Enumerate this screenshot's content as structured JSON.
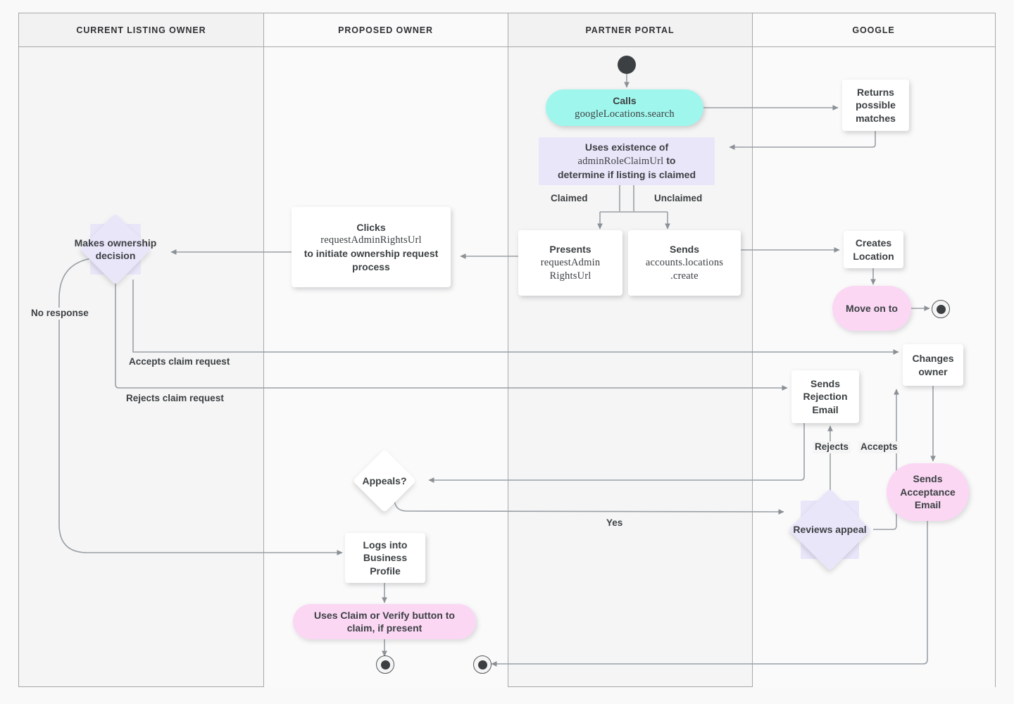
{
  "diagram": {
    "title": "Google Business Profile listing ownership transfer flow",
    "background": "#f5f5f5",
    "line_color": "#9aa0a6",
    "colors": {
      "cyan_pill": "#9ff6ec",
      "pink_pill": "#fbd7f4",
      "lavender": "#eae6fa",
      "white_box": "#ffffff",
      "text": "#3c4043",
      "lane_border": "#a8a8a8"
    }
  },
  "lanes": [
    {
      "id": "current-listing-owner",
      "label": "CURRENT LISTING OWNER"
    },
    {
      "id": "proposed-owner",
      "label": "PROPOSED OWNER"
    },
    {
      "id": "partner-portal",
      "label": "PARTNER PORTAL"
    },
    {
      "id": "google",
      "label": "GOOGLE"
    }
  ],
  "nodes": {
    "start": {
      "type": "start",
      "label": ""
    },
    "calls_search": {
      "type": "pill-cyan",
      "line1": "Calls",
      "line2": "googleLocations.search"
    },
    "returns_matches": {
      "type": "box",
      "label": "Returns possible matches"
    },
    "uses_existence": {
      "type": "lavender",
      "line1": "Uses existence of",
      "line2": "adminRoleClaimUrl",
      "line2b": " to",
      "line3": "determine if listing is claimed"
    },
    "presents_url": {
      "type": "box",
      "line1": "Presents",
      "line2": "requestAdmin RightsUrl"
    },
    "sends_create": {
      "type": "box",
      "line1": "Sends",
      "line2": "accounts.locations .create"
    },
    "clicks_url": {
      "type": "box",
      "line1": "Clicks",
      "line2": "requestAdminRightsUrl",
      "line3": "to initiate ownership request process"
    },
    "creates_location": {
      "type": "box",
      "label": "Creates Location"
    },
    "move_on_to": {
      "type": "pill-pink",
      "label": "Move on to"
    },
    "end_google_top": {
      "type": "end",
      "label": ""
    },
    "makes_decision": {
      "type": "diamond-lavender",
      "label": "Makes ownership decision"
    },
    "changes_owner": {
      "type": "box",
      "label": "Changes owner"
    },
    "sends_rejection": {
      "type": "box",
      "label": "Sends Rejection Email"
    },
    "sends_acceptance": {
      "type": "pill-pink",
      "label": "Sends Acceptance Email"
    },
    "appeals": {
      "type": "diamond-white",
      "label": "Appeals?"
    },
    "reviews_appeal": {
      "type": "diamond-lavender",
      "label": "Reviews appeal"
    },
    "logs_into": {
      "type": "box",
      "label": "Logs into Business Profile"
    },
    "uses_claim_verify": {
      "type": "pill-pink",
      "label": "Uses Claim or Verify button to claim, if present"
    },
    "end_proposed": {
      "type": "end",
      "label": ""
    },
    "end_partner": {
      "type": "end",
      "label": ""
    }
  },
  "edge_labels": {
    "claimed": "Claimed",
    "unclaimed": "Unclaimed",
    "no_response": "No response",
    "accepts_claim_request": "Accepts claim request",
    "rejects_claim_request": "Rejects claim request",
    "rejects": "Rejects",
    "accepts": "Accepts",
    "yes": "Yes"
  }
}
